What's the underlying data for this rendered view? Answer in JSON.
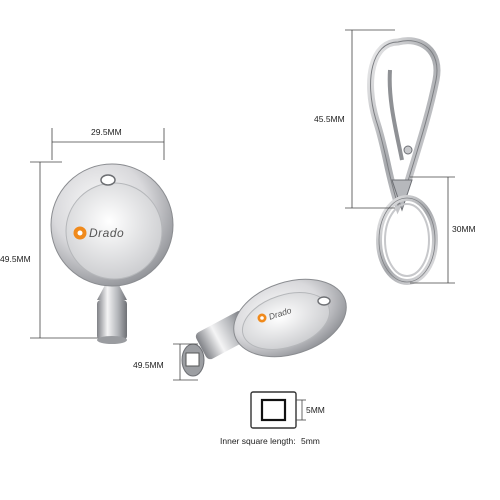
{
  "brand": {
    "logo_text": "Drado",
    "accent": "#f08a1c"
  },
  "dimensions": {
    "key_width": "29.5MM",
    "key_height": "49.5MM",
    "socket_size": "49.5MM",
    "clip_height": "45.5MM",
    "ring_height": "30MM",
    "square_size": "5MM"
  },
  "caption": {
    "label": "Inner square length:",
    "value": "5mm"
  }
}
